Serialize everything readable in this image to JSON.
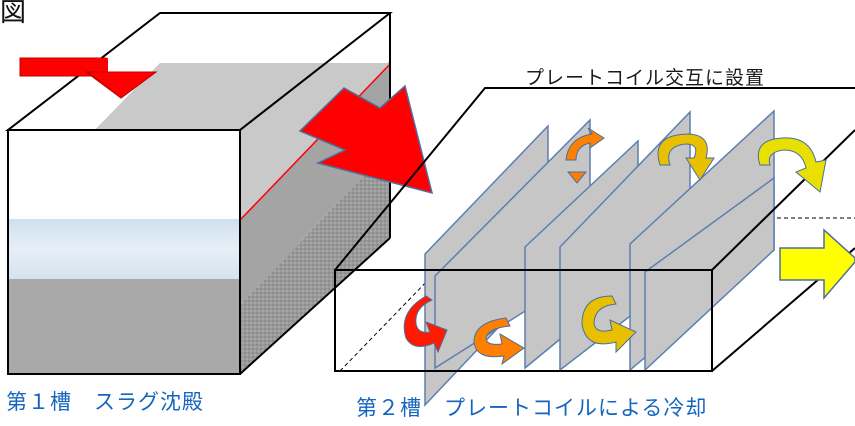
{
  "figure": {
    "corner_label": "図",
    "top_caption": "プレートコイル交互に設置",
    "tank1_label": "第１槽　スラグ沈殿",
    "tank2_label": "第２槽　プレートコイルによる冷却"
  },
  "colors": {
    "inflow_arrow": "#ff0000",
    "transfer_arrow": "#ff0000",
    "outflow_arrow": "#ffff00",
    "circulation_arrows": [
      "#ff1a00",
      "#ff7f00",
      "#e8c000",
      "#e8e000"
    ],
    "plate_fill": "#c6c6c6",
    "plate_edge": "#5b7fb0",
    "caption_blue": "#1565c0",
    "liquid_surface_line": "#ff0000"
  },
  "icons": {
    "inflow": "down-turn-arrow-icon",
    "transfer": "diagonal-block-arrow-icon",
    "outflow": "right-arrow-icon",
    "circulation": "curved-arrow-icon"
  }
}
